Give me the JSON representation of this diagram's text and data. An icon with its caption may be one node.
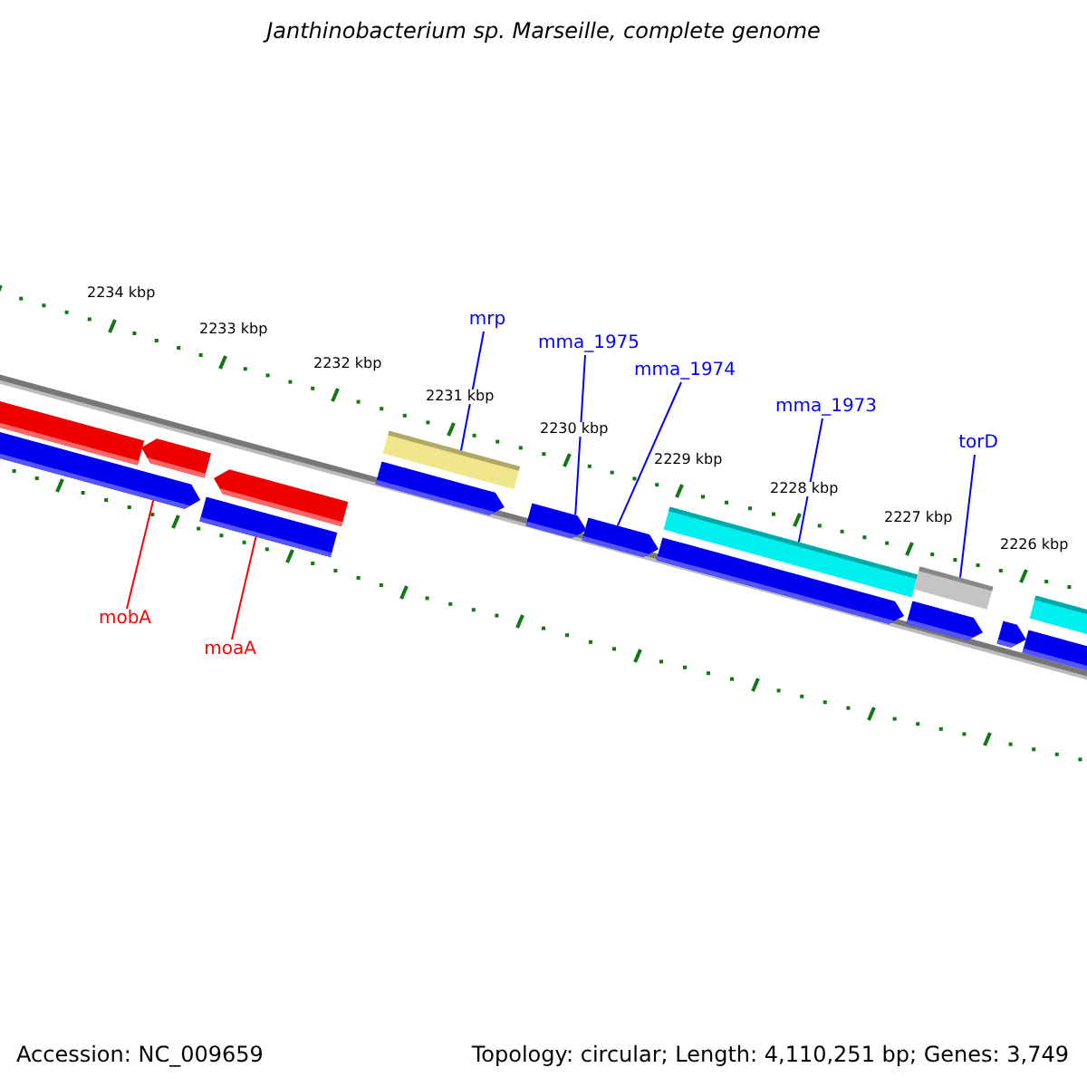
{
  "diagram": {
    "title": "Janthinobacterium sp. Marseille, complete genome",
    "nodes": [
      {
        "text": [
          "mrp"
        ]
      },
      {
        "text": [
          "mma_1975"
        ]
      },
      {
        "text": [
          "mma_1974"
        ]
      },
      {
        "text": [
          "mma_1973"
        ]
      },
      {
        "text": [
          "torD"
        ]
      },
      {
        "text": [
          "mobA"
        ]
      },
      {
        "text": [
          "moaA"
        ]
      },
      {
        "text": [],
        "shape": "bar"
      },
      {
        "text": [],
        "shape": "bar"
      },
      {
        "text": [],
        "shape": "bar"
      },
      {
        "text": [],
        "shape": "bar"
      },
      {
        "text": [],
        "shape": "bar"
      },
      {
        "text": [],
        "shape": "bar"
      },
      {
        "text": [],
        "shape": "bar"
      },
      {
        "text": [],
        "shape": "bar"
      },
      {
        "text": [],
        "shape": "bar"
      },
      {
        "text": [],
        "shape": "bar"
      },
      {
        "text": [],
        "shape": "bar"
      },
      {
        "text": [],
        "shape": "bar"
      },
      {
        "text": [],
        "shape": "bar"
      },
      {
        "text": [],
        "shape": "bar"
      },
      {
        "text": [],
        "shape": "bar"
      },
      {
        "text": [],
        "shape": "bar"
      }
    ],
    "edges": [
      {
        "from": 0,
        "to": 13,
        "arrow": "none"
      },
      {
        "from": 1,
        "to": 14,
        "arrow": "none"
      },
      {
        "from": 2,
        "to": 15,
        "arrow": "none"
      },
      {
        "from": 3,
        "to": 17,
        "arrow": "none"
      },
      {
        "from": 4,
        "to": 19,
        "arrow": "none"
      },
      {
        "from": 5,
        "to": 8,
        "arrow": "none",
        "color": "#ff0000"
      },
      {
        "from": 6,
        "to": 10,
        "arrow": "none",
        "color": "#ff0000"
      }
    ],
    "labels": [
      "2234 kbp",
      "2233 kbp",
      "2232 kbp",
      "2231 kbp",
      "2230 kbp",
      "2229 kbp",
      "2228 kbp",
      "2227 kbp",
      "2226 kbp",
      "Accession: NC_009659",
      "Topology: circular; Length: 4,110,251 bp; Genes: 3,749"
    ]
  }
}
